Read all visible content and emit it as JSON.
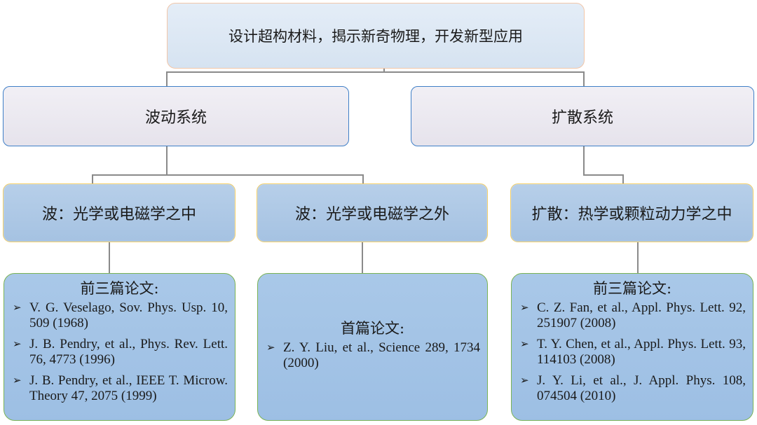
{
  "root": {
    "label": "设计超构材料，揭示新奇物理，开发新型应用"
  },
  "systems": [
    {
      "label": "波动系统"
    },
    {
      "label": "扩散系统"
    }
  ],
  "categories": [
    {
      "label": "波：光学或电磁学之中"
    },
    {
      "label": "波：光学或电磁学之外"
    },
    {
      "label": "扩散：热学或颗粒动力学之中"
    }
  ],
  "papers": [
    {
      "heading": "前三篇论文:",
      "refs": [
        "V. G. Veselago, Sov. Phys. Usp. 10, 509 (1968)",
        "J. B. Pendry, et al., Phys. Rev. Lett. 76, 4773 (1996)",
        "J. B. Pendry, et al., IEEE T. Microw. Theory 47, 2075 (1999)"
      ]
    },
    {
      "heading": "首篇论文:",
      "refs": [
        "Z. Y. Liu, et al., Science 289, 1734 (2000)"
      ]
    },
    {
      "heading": "前三篇论文:",
      "refs": [
        "C. Z. Fan, et al., Appl. Phys. Lett. 92, 251907 (2008)",
        "T. Y. Chen, et al., Appl. Phys. Lett. 93, 114103 (2008)",
        "J. Y. Li, et al., J. Appl. Phys. 108, 074504 (2010)"
      ]
    }
  ],
  "bullet_glyph": "➢",
  "colors": {
    "root_border": "#f2c6a8",
    "system_border": "#3f7fc7",
    "category_border": "#f3cf68",
    "paper_border": "#7ab355",
    "paper_fill": "#a9c8e8",
    "connector": "#8a8a8a"
  }
}
